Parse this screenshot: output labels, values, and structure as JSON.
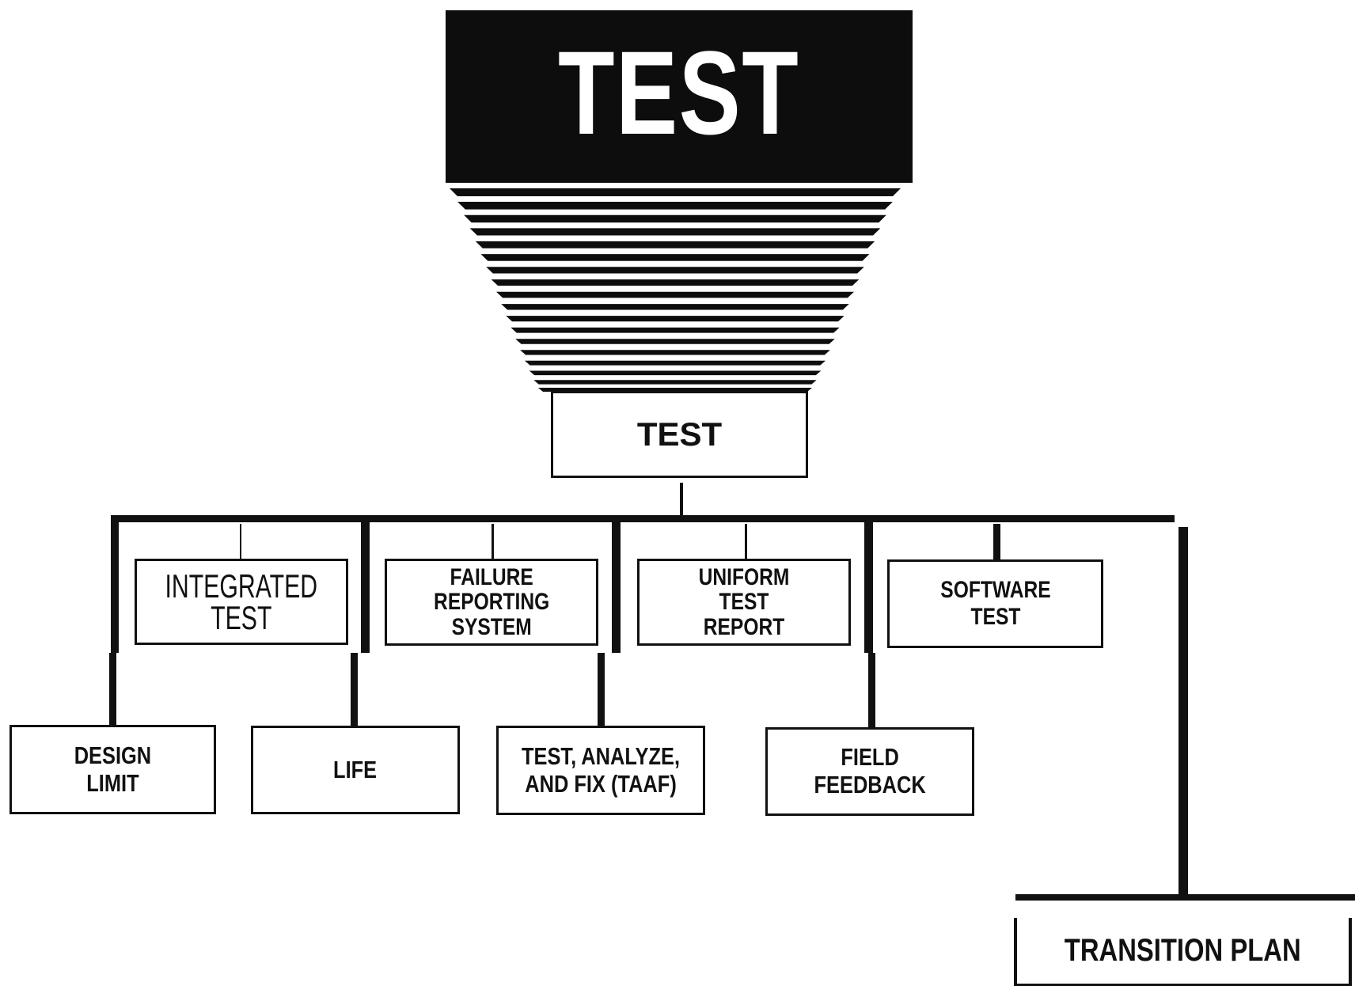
{
  "banner": {
    "title": "TEST"
  },
  "root": {
    "label": "TEST"
  },
  "children": [
    {
      "label": "INTEGRATED\nTEST"
    },
    {
      "label": "FAILURE\nREPORTING\nSYSTEM"
    },
    {
      "label": "UNIFORM\nTEST\nREPORT"
    },
    {
      "label": "SOFTWARE\nTEST"
    }
  ],
  "sub_children": [
    {
      "label": "DESIGN\nLIMIT"
    },
    {
      "label": "LIFE"
    },
    {
      "label": "TEST, ANALYZE,\nAND FIX (TAAF)"
    },
    {
      "label": "FIELD\nFEEDBACK"
    }
  ],
  "transition": {
    "label": "TRANSITION PLAN"
  },
  "colors": {
    "ink": "#111111",
    "banner_bg": "#0d0d0d",
    "banner_text": "#ffffff"
  }
}
